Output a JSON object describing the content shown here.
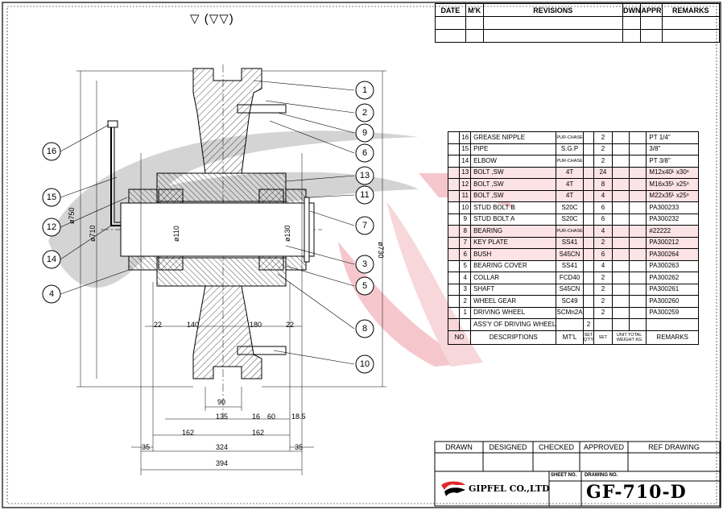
{
  "surface_symbol": "▽ (▽▽)",
  "revisions": {
    "headers": [
      "DATE",
      "M'K",
      "REVISIONS",
      "DWN",
      "APPR",
      "REMARKS"
    ]
  },
  "callouts": [
    "1",
    "2",
    "9",
    "6",
    "13",
    "11",
    "7",
    "3",
    "5",
    "8",
    "10",
    "16",
    "15",
    "12",
    "14",
    "4"
  ],
  "dimensions": {
    "d750": "ø750",
    "d710": "ø710",
    "d110": "ø110",
    "d130": "ø130",
    "d730": "ø730",
    "d22a": "22",
    "d140": "140",
    "d180": "180",
    "d22b": "22",
    "d90": "90",
    "d135": "135",
    "d16": "16",
    "d60": "60",
    "d185": "18.5",
    "d162a": "162",
    "d162b": "162",
    "d35a": "35",
    "d324": "324",
    "d35b": "35",
    "d394": "394"
  },
  "parts": {
    "rows": [
      {
        "no": "16",
        "desc": "GREASE NIPPLE",
        "mtl": "PUR-CHASE",
        "set": "",
        "qty": "2",
        "remarks": "PT 1/4\""
      },
      {
        "no": "15",
        "desc": "PIPE",
        "mtl": "S.G.P",
        "set": "",
        "qty": "2",
        "remarks": "3/8\""
      },
      {
        "no": "14",
        "desc": "ELBOW",
        "mtl": "PUR-CHASE",
        "set": "",
        "qty": "2",
        "remarks": "PT 3/8\""
      },
      {
        "no": "13",
        "desc": "BOLT ,SW",
        "mtl": "4T",
        "set": "",
        "qty": "24",
        "remarks": "M12x40ᴸ x30ˢ"
      },
      {
        "no": "12",
        "desc": "BOLT ,SW",
        "mtl": "4T",
        "set": "",
        "qty": "8",
        "remarks": "M16x35ᴸ x25ˢ"
      },
      {
        "no": "11",
        "desc": "BOLT ,SW",
        "mtl": "4T",
        "set": "",
        "qty": "4",
        "remarks": "M22x35ᴸ x25ˢ"
      },
      {
        "no": "10",
        "desc": "STUD BOLT B",
        "mtl": "S20C",
        "set": "",
        "qty": "6",
        "remarks": "PA300233"
      },
      {
        "no": "9",
        "desc": "STUD BOLT A",
        "mtl": "S20C",
        "set": "",
        "qty": "6",
        "remarks": "PA300232"
      },
      {
        "no": "8",
        "desc": "BEARING",
        "mtl": "PUR-CHASE",
        "set": "",
        "qty": "4",
        "remarks": "#22222"
      },
      {
        "no": "7",
        "desc": "KEY PLATE",
        "mtl": "SS41",
        "set": "",
        "qty": "2",
        "remarks": "PA300212"
      },
      {
        "no": "6",
        "desc": "BUSH",
        "mtl": "S45CN",
        "set": "",
        "qty": "6",
        "remarks": "PA300264"
      },
      {
        "no": "5",
        "desc": "BEARING COVER",
        "mtl": "SS41",
        "set": "",
        "qty": "4",
        "remarks": "PA300263"
      },
      {
        "no": "4",
        "desc": "COLLAR",
        "mtl": "FCD40",
        "set": "",
        "qty": "2",
        "remarks": "PA300262"
      },
      {
        "no": "3",
        "desc": "SHAFT",
        "mtl": "S45CN",
        "set": "",
        "qty": "2",
        "remarks": "PA300261"
      },
      {
        "no": "2",
        "desc": "WHEEL GEAR",
        "mtl": "SC49",
        "set": "",
        "qty": "2",
        "remarks": "PA300260"
      },
      {
        "no": "1",
        "desc": "DRIVING WHEEL",
        "mtl": "SCMn2A",
        "set": "",
        "qty": "2",
        "remarks": "PA300259"
      },
      {
        "no": "",
        "desc": "ASS'Y OF DRIVING WHEEL",
        "mtl": "",
        "set": "2",
        "qty": "",
        "remarks": ""
      }
    ],
    "footer": {
      "no": "NO",
      "desc": "DESCRIPTIONS",
      "mtl": "MT'L",
      "set": "SET",
      "set2": "SET",
      "unit": "UNIT",
      "total": "TOTAL",
      "qty": "Q'TY",
      "weight": "WEIGHT KG",
      "remarks": "REMARKS"
    }
  },
  "title_block": {
    "drawn": "DRAWN",
    "designed": "DESIGNED",
    "checked": "CHECKED",
    "approved": "APPROVED",
    "ref": "REF DRAWING",
    "sheet_no": "SHEET NO.",
    "drawing_no_label": "DRAWING NO.",
    "company": "GIPFEL CO.,LTD",
    "drawing_no": "GF-710-D"
  },
  "colors": {
    "watermark_grey": "#c9c9c9",
    "watermark_red": "#f2b8c0",
    "brand_red": "#e0282e"
  }
}
